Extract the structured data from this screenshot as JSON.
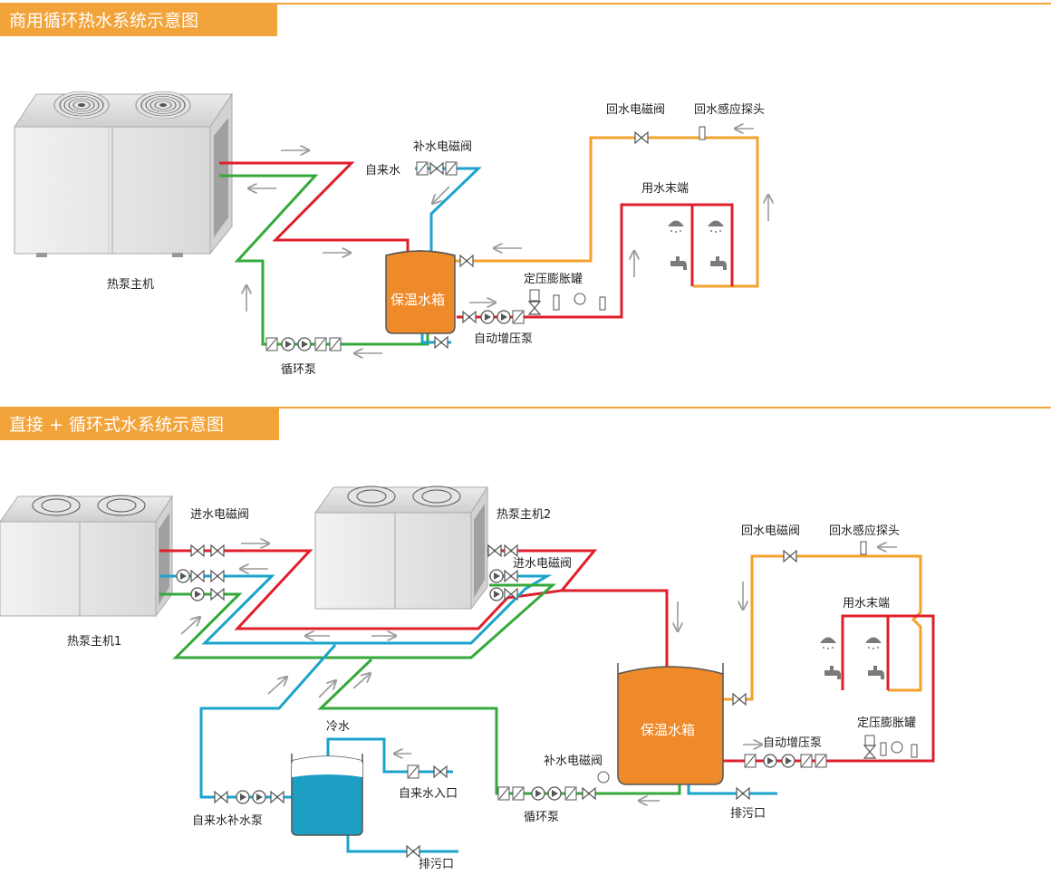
{
  "colors": {
    "hot": "#e01f2d",
    "cold": "#1ba3cc",
    "circ": "#35a93b",
    "ret": "#f3a22b",
    "accent": "#f2a33a",
    "tank": "#ef8a2a",
    "coldtank": "#1c9fc3",
    "arrow": "#9a9a9a"
  },
  "section1": {
    "title": "商用循环热水系统示意图",
    "labels": {
      "heat_pump": "热泵主机",
      "tank": "保温水箱",
      "makeup_valve": "补水电磁阀",
      "tap_water": "自来水",
      "return_valve": "回水电磁阀",
      "return_sensor": "回水感应探头",
      "end_use": "用水末端",
      "expansion_tank": "定压膨胀罐",
      "booster_pump": "自动增压泵",
      "circ_pump": "循环泵"
    }
  },
  "section2": {
    "title": "直接 + 循环式水系统示意图",
    "labels": {
      "heat_pump_1": "热泵主机1",
      "heat_pump_2": "热泵主机2",
      "inlet_valve_1": "进水电磁阀",
      "inlet_valve_2": "进水电磁阀",
      "return_valve": "回水电磁阀",
      "return_sensor": "回水感应探头",
      "end_use": "用水末端",
      "expansion_tank": "定压膨胀罐",
      "booster_pump": "自动增压泵",
      "tank": "保温水箱",
      "makeup_valve": "补水电磁阀",
      "circ_pump": "循环泵",
      "drain_1": "排污口",
      "cold_water": "冷水",
      "tap_inlet": "自来水入口",
      "makeup_pump": "自来水补水泵",
      "drain_2": "排污口"
    }
  }
}
